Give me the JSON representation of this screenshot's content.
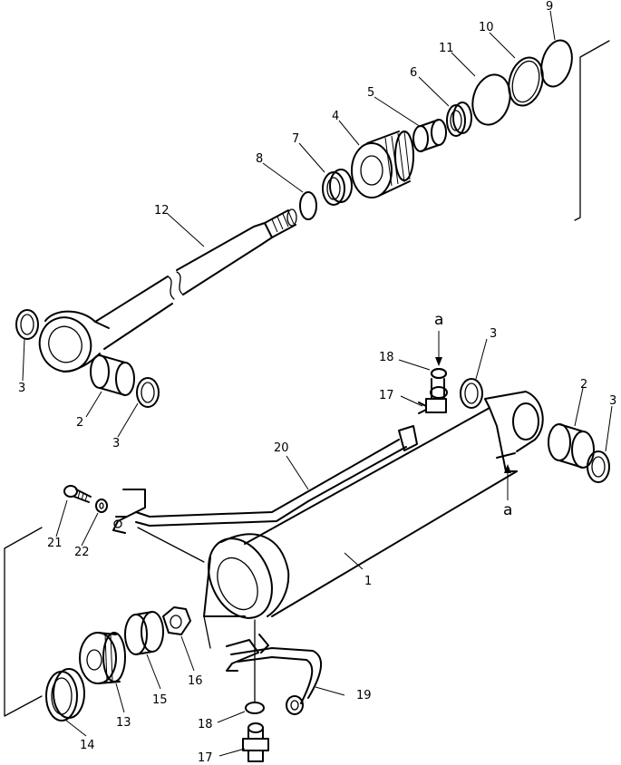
{
  "callouts": {
    "p1": "1",
    "p2_top": "2",
    "p2_right": "2",
    "p3_left": "3",
    "p3_mid": "3",
    "p3_upper": "3",
    "p3_right": "3",
    "p4": "4",
    "p5": "5",
    "p6": "6",
    "p7": "7",
    "p8": "8",
    "p9": "9",
    "p10": "10",
    "p11": "11",
    "p12": "12",
    "p13": "13",
    "p14": "14",
    "p15": "15",
    "p16": "16",
    "p17_top": "17",
    "p17_bottom": "17",
    "p18_top": "18",
    "p18_bottom": "18",
    "p19": "19",
    "p20": "20",
    "p21": "21",
    "p22": "22",
    "ref_a_top": "a",
    "ref_a_bottom": "a"
  }
}
